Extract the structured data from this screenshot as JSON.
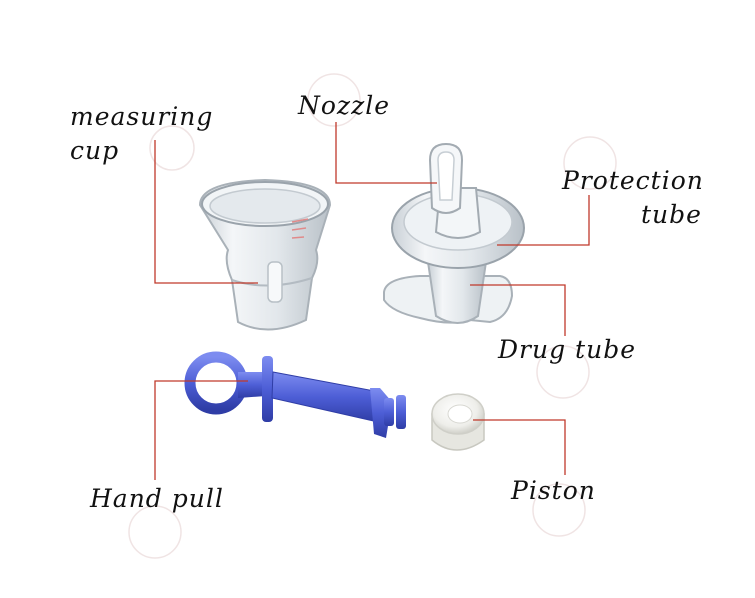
{
  "labels": {
    "measuring_cup_line1": "measuring",
    "measuring_cup_line2": "cup",
    "nozzle": "Nozzle",
    "protection_tube_line1": "Protection",
    "protection_tube_line2": "tube",
    "drug_tube": "Drug tube",
    "hand_pull": "Hand pull",
    "piston": "Piston"
  },
  "colors": {
    "leader_line": "#c0392b",
    "syringe": "#4d5ed6",
    "syringe_dark": "#3443b0",
    "clear_plastic": "#dfe4e8",
    "clear_edge": "#a9b1b8"
  }
}
